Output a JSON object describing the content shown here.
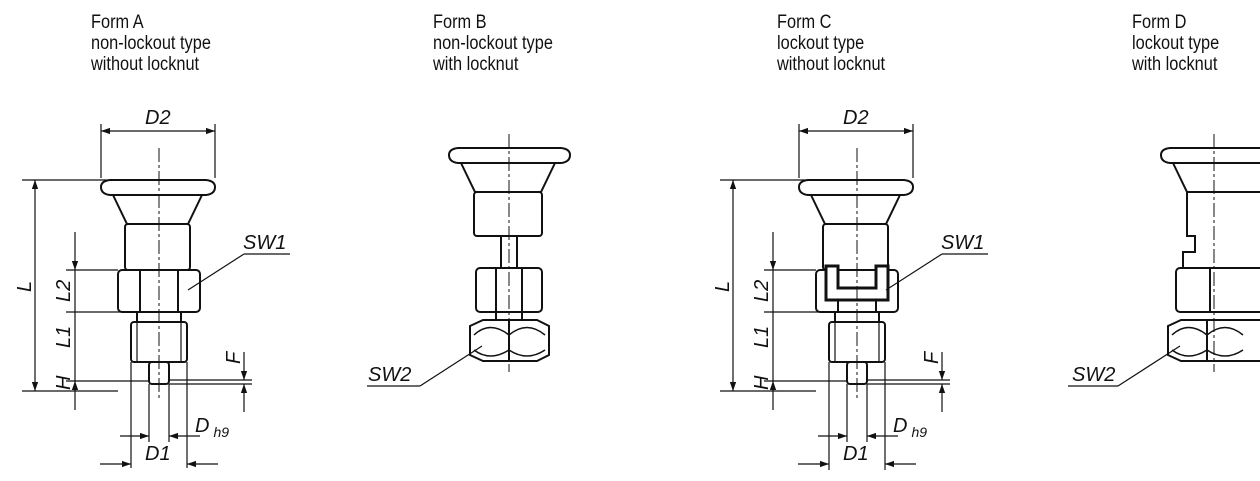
{
  "forms": [
    {
      "title": "Form A",
      "line2": "non-lockout type",
      "line3": "without locknut"
    },
    {
      "title": "Form B",
      "line2": "non-lockout type",
      "line3": "with locknut"
    },
    {
      "title": "Form C",
      "line2": "lockout type",
      "line3": "without locknut"
    },
    {
      "title": "Form D",
      "line2": "lockout type",
      "line3": "with locknut"
    }
  ],
  "labels": {
    "d2": "D2",
    "l": "L",
    "l1": "L1",
    "l2": "L2",
    "h": "H",
    "f": "F",
    "d": "D",
    "d_sub": "h9",
    "d1": "D1",
    "sw1": "SW1",
    "sw2": "SW2"
  }
}
